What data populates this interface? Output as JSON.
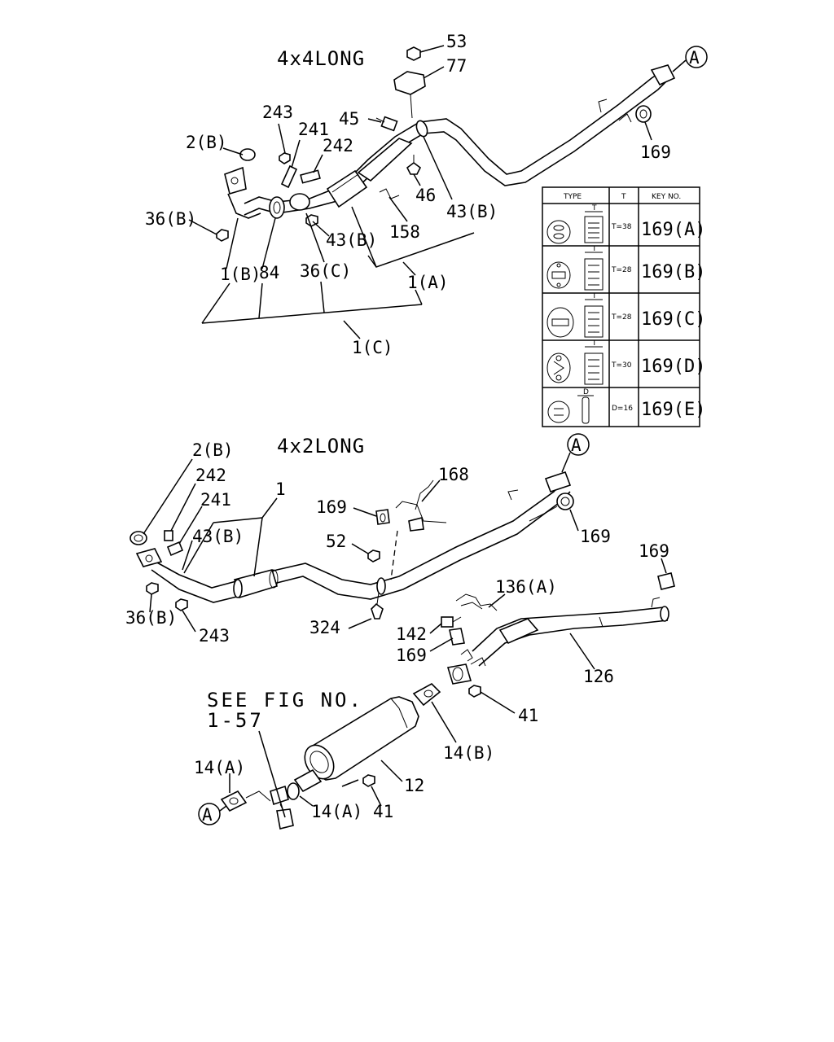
{
  "titles": {
    "upper": "4x4LONG",
    "lower": "4x2LONG",
    "see_fig_line1": "SEE FIG NO.",
    "see_fig_line2": "1-57"
  },
  "reference_marker": "A",
  "callouts_upper": [
    {
      "id": "53",
      "text": "53"
    },
    {
      "id": "77",
      "text": "77"
    },
    {
      "id": "45",
      "text": "45"
    },
    {
      "id": "243",
      "text": "243"
    },
    {
      "id": "241",
      "text": "241"
    },
    {
      "id": "242",
      "text": "242"
    },
    {
      "id": "2b",
      "text": "2(B)"
    },
    {
      "id": "46",
      "text": "46"
    },
    {
      "id": "43b_right",
      "text": "43(B)"
    },
    {
      "id": "169",
      "text": "169"
    },
    {
      "id": "36b",
      "text": "36(B)"
    },
    {
      "id": "43b_mid",
      "text": "43(B)"
    },
    {
      "id": "158",
      "text": "158"
    },
    {
      "id": "1b",
      "text": "1(B)"
    },
    {
      "id": "84",
      "text": "84"
    },
    {
      "id": "36c",
      "text": "36(C)"
    },
    {
      "id": "1a",
      "text": "1(A)"
    },
    {
      "id": "1c",
      "text": "1(C)"
    }
  ],
  "callouts_lower": [
    {
      "id": "2b",
      "text": "2(B)"
    },
    {
      "id": "242",
      "text": "242"
    },
    {
      "id": "241",
      "text": "241"
    },
    {
      "id": "1",
      "text": "1"
    },
    {
      "id": "43b",
      "text": "43(B)"
    },
    {
      "id": "36b",
      "text": "36(B)"
    },
    {
      "id": "243",
      "text": "243"
    },
    {
      "id": "169_top",
      "text": "169"
    },
    {
      "id": "168",
      "text": "168"
    },
    {
      "id": "52",
      "text": "52"
    },
    {
      "id": "324",
      "text": "324"
    },
    {
      "id": "169_right",
      "text": "169"
    },
    {
      "id": "169_far",
      "text": "169"
    },
    {
      "id": "136a",
      "text": "136(A)"
    },
    {
      "id": "142",
      "text": "142"
    },
    {
      "id": "169_mid",
      "text": "169"
    },
    {
      "id": "126",
      "text": "126"
    },
    {
      "id": "41_right",
      "text": "41"
    },
    {
      "id": "14b",
      "text": "14(B)"
    },
    {
      "id": "12",
      "text": "12"
    },
    {
      "id": "14a_left",
      "text": "14(A)"
    },
    {
      "id": "14a_mid",
      "text": "14(A)"
    },
    {
      "id": "41_bottom",
      "text": "41"
    }
  ],
  "key_table": {
    "headers": [
      "TYPE",
      "T",
      "KEY NO."
    ],
    "rows": [
      {
        "t": "T=38",
        "key": "169(A)"
      },
      {
        "t": "T=28",
        "key": "169(B)"
      },
      {
        "t": "T=28",
        "key": "169(C)"
      },
      {
        "t": "T=30",
        "key": "169(D)"
      },
      {
        "t": "D=16",
        "key": "169(E)"
      }
    ],
    "dimension_T": "T",
    "dimension_D": "D"
  }
}
